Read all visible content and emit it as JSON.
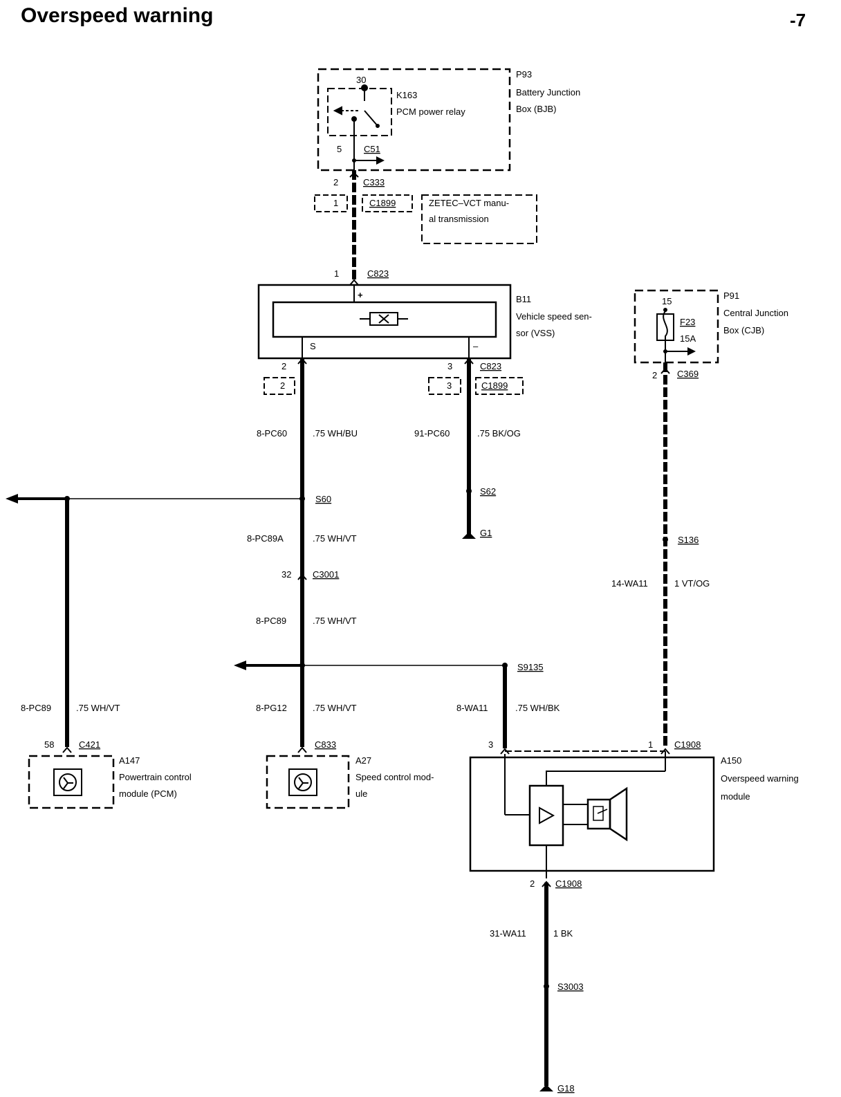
{
  "page": {
    "title": "Overspeed warning",
    "page_number": "-7"
  },
  "components": {
    "p93": {
      "id": "P93",
      "line1": "Battery Junction",
      "line2": "Box (BJB)"
    },
    "k163": {
      "id": "K163",
      "name": "PCM power relay",
      "pin_top": "30"
    },
    "c51": {
      "pin": "5",
      "connector": "C51"
    },
    "c333": {
      "pin": "2",
      "connector": "C333"
    },
    "c1899_top": {
      "pin": "1",
      "connector": "C1899"
    },
    "zetec": {
      "line1": "ZETEC–VCT manu-",
      "line2": "al transmission"
    },
    "c823_top": {
      "pin": "1",
      "connector": "C823"
    },
    "b11": {
      "id": "B11",
      "line1": "Vehicle speed sen-",
      "line2": "sor (VSS)",
      "plus": "+",
      "s": "S",
      "minus": "–"
    },
    "p91": {
      "id": "P91",
      "line1": "Central Junction",
      "line2": "Box (CJB)",
      "pin": "15",
      "fuse": "F23",
      "rating": "15A"
    },
    "c823_left": {
      "pin": "2"
    },
    "c823_right": {
      "pin": "3",
      "connector": "C823"
    },
    "c1899_left": {
      "pin": "2"
    },
    "c1899_right": {
      "pin": "3",
      "connector": "C1899"
    },
    "c369": {
      "pin": "2",
      "connector": "C369"
    },
    "c3001": {
      "pin": "32",
      "connector": "C3001"
    },
    "a147": {
      "id": "A147",
      "line1": "Powertrain control",
      "line2": "module (PCM)",
      "pin": "58",
      "connector": "C421"
    },
    "a27": {
      "id": "A27",
      "line1": "Speed control mod-",
      "line2": "ule",
      "connector": "C833"
    },
    "a150": {
      "id": "A150",
      "line1": "Overspeed warning",
      "line2": "module",
      "pin3": "3",
      "pin1": "1",
      "connector": "C1908"
    },
    "c1908_bottom": {
      "pin": "2",
      "connector": "C1908"
    }
  },
  "wires": {
    "w1": {
      "circuit": "8-PC60",
      "spec": ".75 WH/BU"
    },
    "w2": {
      "circuit": "91-PC60",
      "spec": ".75 BK/OG"
    },
    "w3": {
      "circuit": "8-PC89A",
      "spec": ".75 WH/VT"
    },
    "w4": {
      "circuit": "8-PC89",
      "spec": ".75 WH/VT"
    },
    "w5": {
      "circuit": "8-PC89",
      "spec": ".75 WH/VT"
    },
    "w6": {
      "circuit": "8-PG12",
      "spec": ".75 WH/VT"
    },
    "w7": {
      "circuit": "8-WA11",
      "spec": ".75 WH/BK"
    },
    "w8": {
      "circuit": "14-WA11",
      "spec": "1 VT/OG"
    },
    "w9": {
      "circuit": "31-WA11",
      "spec": "1 BK"
    }
  },
  "splices": {
    "s60": "S60",
    "s62": "S62",
    "s136": "S136",
    "s9135": "S9135",
    "s3003": "S3003"
  },
  "grounds": {
    "g1": "G1",
    "g18": "G18"
  }
}
